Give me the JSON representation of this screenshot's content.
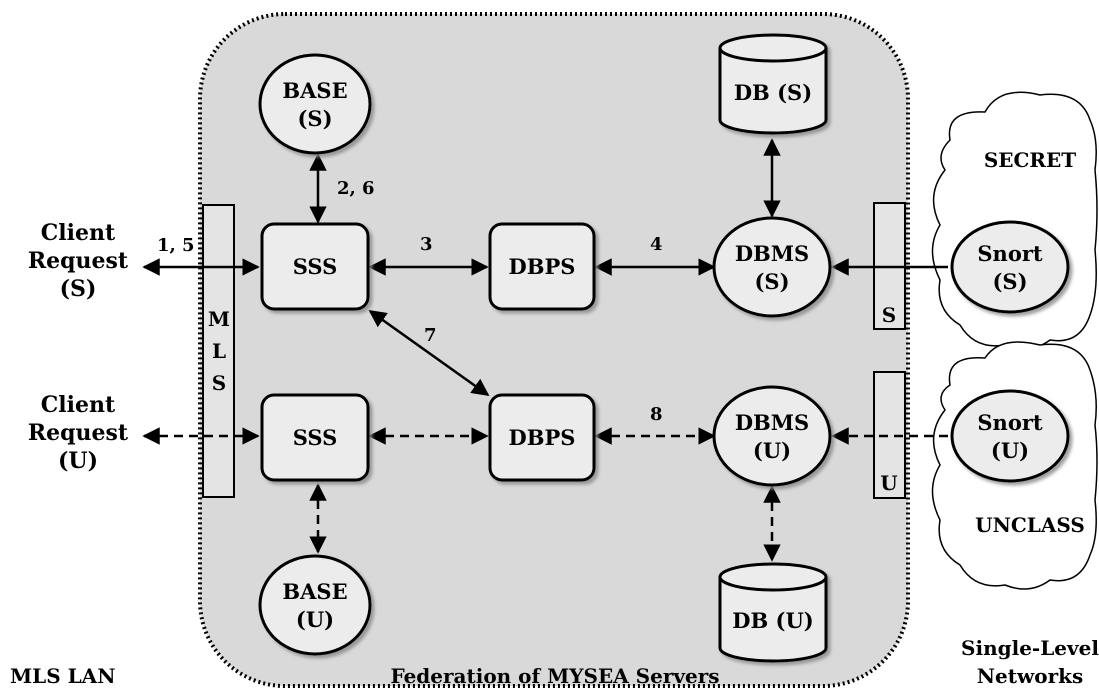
{
  "regions": {
    "mls_lan": "MLS LAN",
    "federation": "Federation of MYSEA Servers",
    "single_level_line1": "Single-Level",
    "single_level_line2": "Networks"
  },
  "clients": {
    "secret": [
      "Client",
      "Request",
      "(S)"
    ],
    "unclass": [
      "Client",
      "Request",
      "(U)"
    ]
  },
  "mls_bar": [
    "M",
    "L",
    "S"
  ],
  "nodes": {
    "base_s": [
      "BASE",
      "(S)"
    ],
    "base_u": [
      "BASE",
      "(U)"
    ],
    "sss": "SSS",
    "dbps": "DBPS",
    "dbms_s": [
      "DBMS",
      "(S)"
    ],
    "dbms_u": [
      "DBMS",
      "(U)"
    ],
    "db_s": "DB (S)",
    "db_u": "DB (U)",
    "snort_s": [
      "Snort",
      "(S)"
    ],
    "snort_u": [
      "Snort",
      "(U)"
    ]
  },
  "networks": {
    "secret": "SECRET",
    "unclass": "UNCLASS",
    "bar_s": "S",
    "bar_u": "U"
  },
  "steps": {
    "s15": "1, 5",
    "s26": "2, 6",
    "s3": "3",
    "s4": "4",
    "s7": "7",
    "s8": "8"
  }
}
